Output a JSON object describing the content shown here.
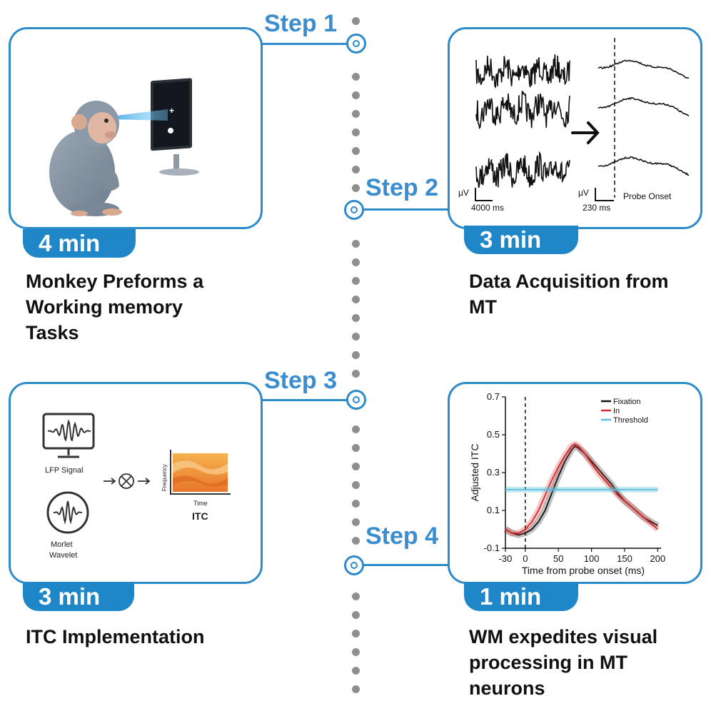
{
  "steps": [
    {
      "label": "Step 1",
      "time": "4 min",
      "caption_lines": [
        "Monkey Preforms a",
        "Working memory",
        "Tasks"
      ]
    },
    {
      "label": "Step 2",
      "time": "3 min",
      "caption_lines": [
        "Data Acquisition from",
        "MT"
      ]
    },
    {
      "label": "Step 3",
      "time": "3 min",
      "caption_lines": [
        "ITC Implementation"
      ]
    },
    {
      "label": "Step 4",
      "time": "1 min",
      "caption_lines": [
        "WM expedites visual",
        "processing in MT",
        "neurons"
      ]
    }
  ],
  "step2_panel": {
    "scale_left_unit": "µV",
    "scale_left_time": "4000 ms",
    "scale_right_unit": "µV",
    "scale_right_time": "230 ms",
    "probe_label": "Probe Onset"
  },
  "step3_panel": {
    "lfp_label": "LFP Signal",
    "wavelet_label_1": "Morlet",
    "wavelet_label_2": "Wavelet",
    "freq_label": "Frequency",
    "time_label": "Time",
    "itc_label": "ITC"
  },
  "chart_data": {
    "type": "line",
    "xlabel": "Time from probe onset (ms)",
    "ylabel": "Adjusted ITC",
    "xlim": [
      -30,
      205
    ],
    "ylim": [
      -0.1,
      0.7
    ],
    "xticks": [
      -30,
      0,
      50,
      100,
      150,
      200
    ],
    "yticks": [
      -0.1,
      0.1,
      0.3,
      0.5,
      0.7
    ],
    "grid": false,
    "legend_position": "top-right",
    "colors": {
      "Fixation": "#111111",
      "In": "#d42a2a",
      "Threshold": "#5bc0de"
    },
    "series": [
      {
        "name": "Fixation",
        "x": [
          -30,
          -20,
          -10,
          0,
          10,
          20,
          30,
          40,
          50,
          60,
          70,
          75,
          80,
          90,
          100,
          110,
          120,
          130,
          140,
          150,
          160,
          170,
          180,
          190,
          200
        ],
        "y": [
          0.0,
          -0.02,
          -0.03,
          -0.02,
          0.0,
          0.04,
          0.1,
          0.19,
          0.28,
          0.36,
          0.42,
          0.44,
          0.43,
          0.4,
          0.36,
          0.32,
          0.28,
          0.24,
          0.19,
          0.15,
          0.12,
          0.09,
          0.06,
          0.04,
          0.02
        ]
      },
      {
        "name": "In",
        "x": [
          -30,
          -20,
          -10,
          0,
          10,
          20,
          30,
          40,
          50,
          60,
          70,
          75,
          80,
          90,
          100,
          110,
          120,
          130,
          140,
          150,
          160,
          170,
          180,
          190,
          200
        ],
        "y": [
          0.0,
          -0.02,
          -0.02,
          0.0,
          0.04,
          0.1,
          0.18,
          0.26,
          0.33,
          0.39,
          0.44,
          0.45,
          0.44,
          0.4,
          0.35,
          0.3,
          0.26,
          0.22,
          0.18,
          0.15,
          0.12,
          0.09,
          0.06,
          0.03,
          0.0
        ]
      },
      {
        "name": "Threshold",
        "x": [
          -30,
          200
        ],
        "y": [
          0.21,
          0.21
        ]
      }
    ]
  }
}
